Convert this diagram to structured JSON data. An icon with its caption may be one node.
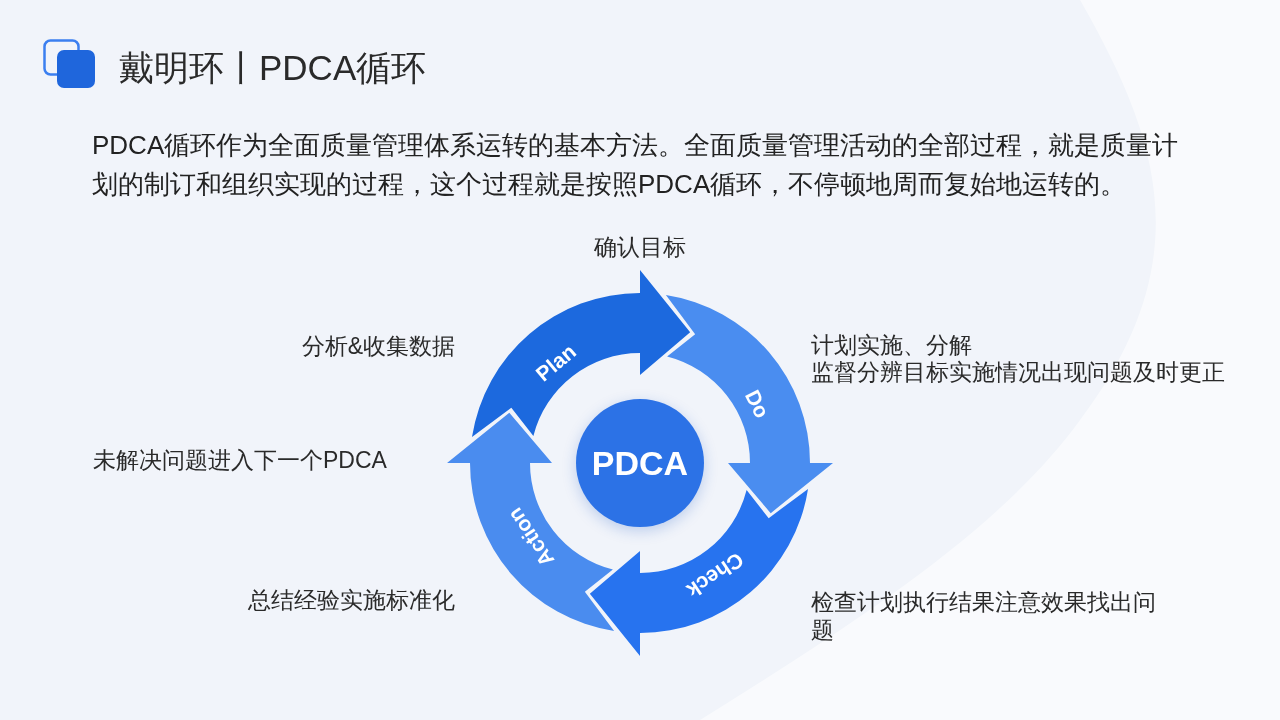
{
  "diagram": {
    "title": "戴明环丨PDCA循环",
    "nodes": [
      {
        "text": [
          "Plan"
        ],
        "beside": [
          "确认目标",
          "分析&收集数据"
        ]
      },
      {
        "text": [
          "Do"
        ],
        "beside": [
          "计划实施、分解",
          "监督分辨目标实施情况出现问题及时更正"
        ]
      },
      {
        "text": [
          "Check"
        ],
        "beside": [
          "检查计划执行结果注意效果找出问题"
        ]
      },
      {
        "text": [
          "Action"
        ],
        "beside": [
          "未解决问题进入下一个PDCA",
          "总结经验实施标准化"
        ]
      },
      {
        "text": [
          "PDCA"
        ]
      }
    ],
    "labels": [
      "PDCA循环作为全面质量管理体系运转的基本方法。全面质量管理活动的全部过程，就是质量计划的制订和组织实现的过程，这个过程就是按照PDCA循环，不停顿地周而复始地运转的。"
    ]
  }
}
